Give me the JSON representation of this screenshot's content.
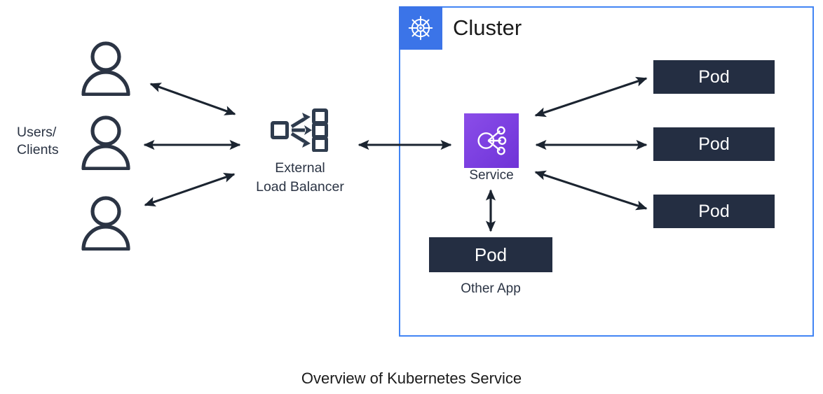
{
  "caption": "Overview of Kubernetes Service",
  "colors": {
    "cluster_border": "#4285F4",
    "cluster_icon_bg": "#3B74E8",
    "pod_bg": "#242E42",
    "pod_text": "#FFFFFF",
    "service_purple_start": "#8B4DE8",
    "service_purple_end": "#6F33D6",
    "ink": "#2B3444",
    "arrow": "#1B2430",
    "background": "#FFFFFF"
  },
  "users": {
    "label": "Users/\nClients",
    "label_line1": "Users/",
    "label_line2": "Clients",
    "icon": "person-icon",
    "count": 3
  },
  "load_balancer": {
    "icon": "load-balancer-icon",
    "label_line1": "External",
    "label_line2": "Load Balancer"
  },
  "cluster": {
    "title": "Cluster",
    "icon": "kubernetes-helm-icon"
  },
  "service": {
    "icon": "service-node-graph-icon",
    "label": "Service"
  },
  "pods": [
    {
      "label": "Pod",
      "position": "right-top"
    },
    {
      "label": "Pod",
      "position": "right-middle"
    },
    {
      "label": "Pod",
      "position": "right-bottom"
    }
  ],
  "other_app": {
    "pod_label": "Pod",
    "caption": "Other App"
  },
  "connections": [
    {
      "from": "user-top",
      "to": "load-balancer",
      "style": "double-arrow"
    },
    {
      "from": "user-middle",
      "to": "load-balancer",
      "style": "double-arrow"
    },
    {
      "from": "user-bottom",
      "to": "load-balancer",
      "style": "double-arrow"
    },
    {
      "from": "load-balancer",
      "to": "service",
      "style": "double-arrow"
    },
    {
      "from": "service",
      "to": "pod-right-top",
      "style": "double-arrow"
    },
    {
      "from": "service",
      "to": "pod-right-middle",
      "style": "double-arrow"
    },
    {
      "from": "service",
      "to": "pod-right-bottom",
      "style": "double-arrow"
    },
    {
      "from": "service",
      "to": "pod-other-app",
      "style": "double-arrow"
    }
  ]
}
